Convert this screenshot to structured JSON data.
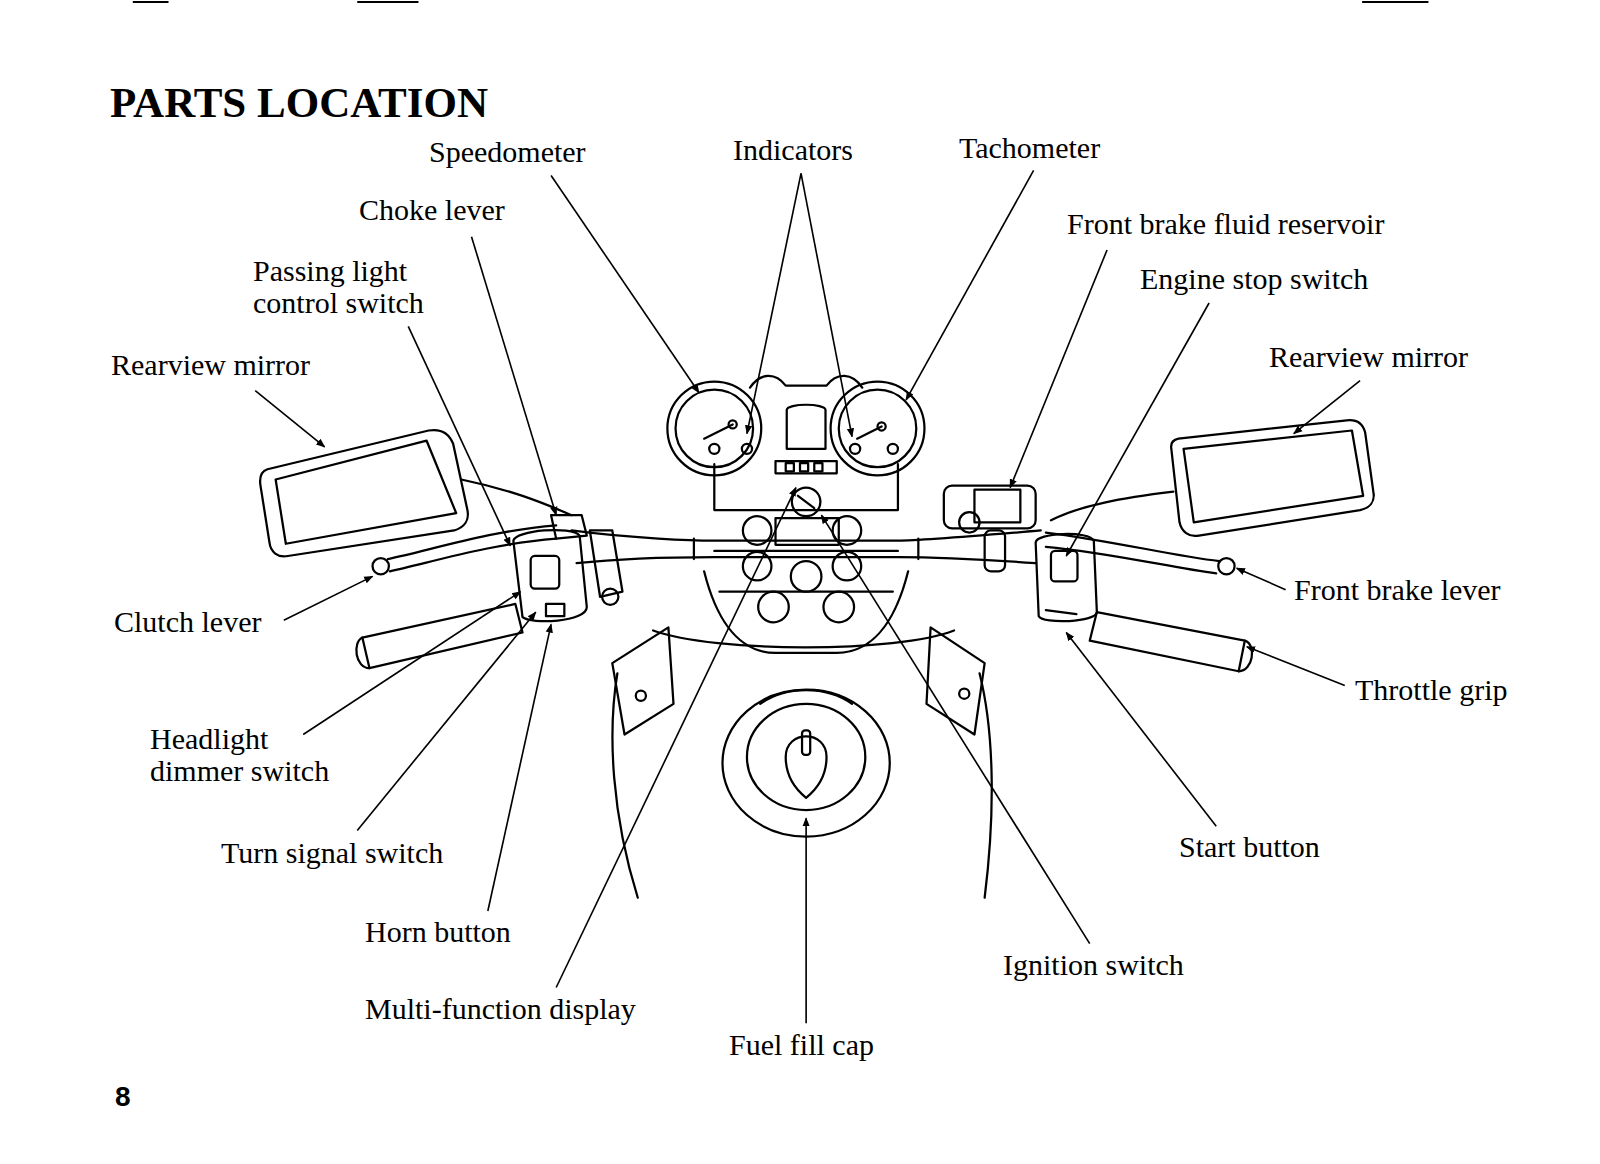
{
  "diagram": {
    "title": "PARTS LOCATION",
    "labels": [
      "Speedometer",
      "Indicators",
      "Tachometer",
      "Choke lever",
      "Front brake fluid reservoir",
      "Passing light control switch",
      "Engine stop switch",
      "Rearview mirror",
      "Rearview mirror",
      "Clutch lever",
      "Front brake lever",
      "Throttle grip",
      "Headlight dimmer switch",
      "Start button",
      "Turn signal switch",
      "Horn button",
      "Ignition switch",
      "Multi-function display",
      "Fuel fill cap",
      "8"
    ]
  }
}
